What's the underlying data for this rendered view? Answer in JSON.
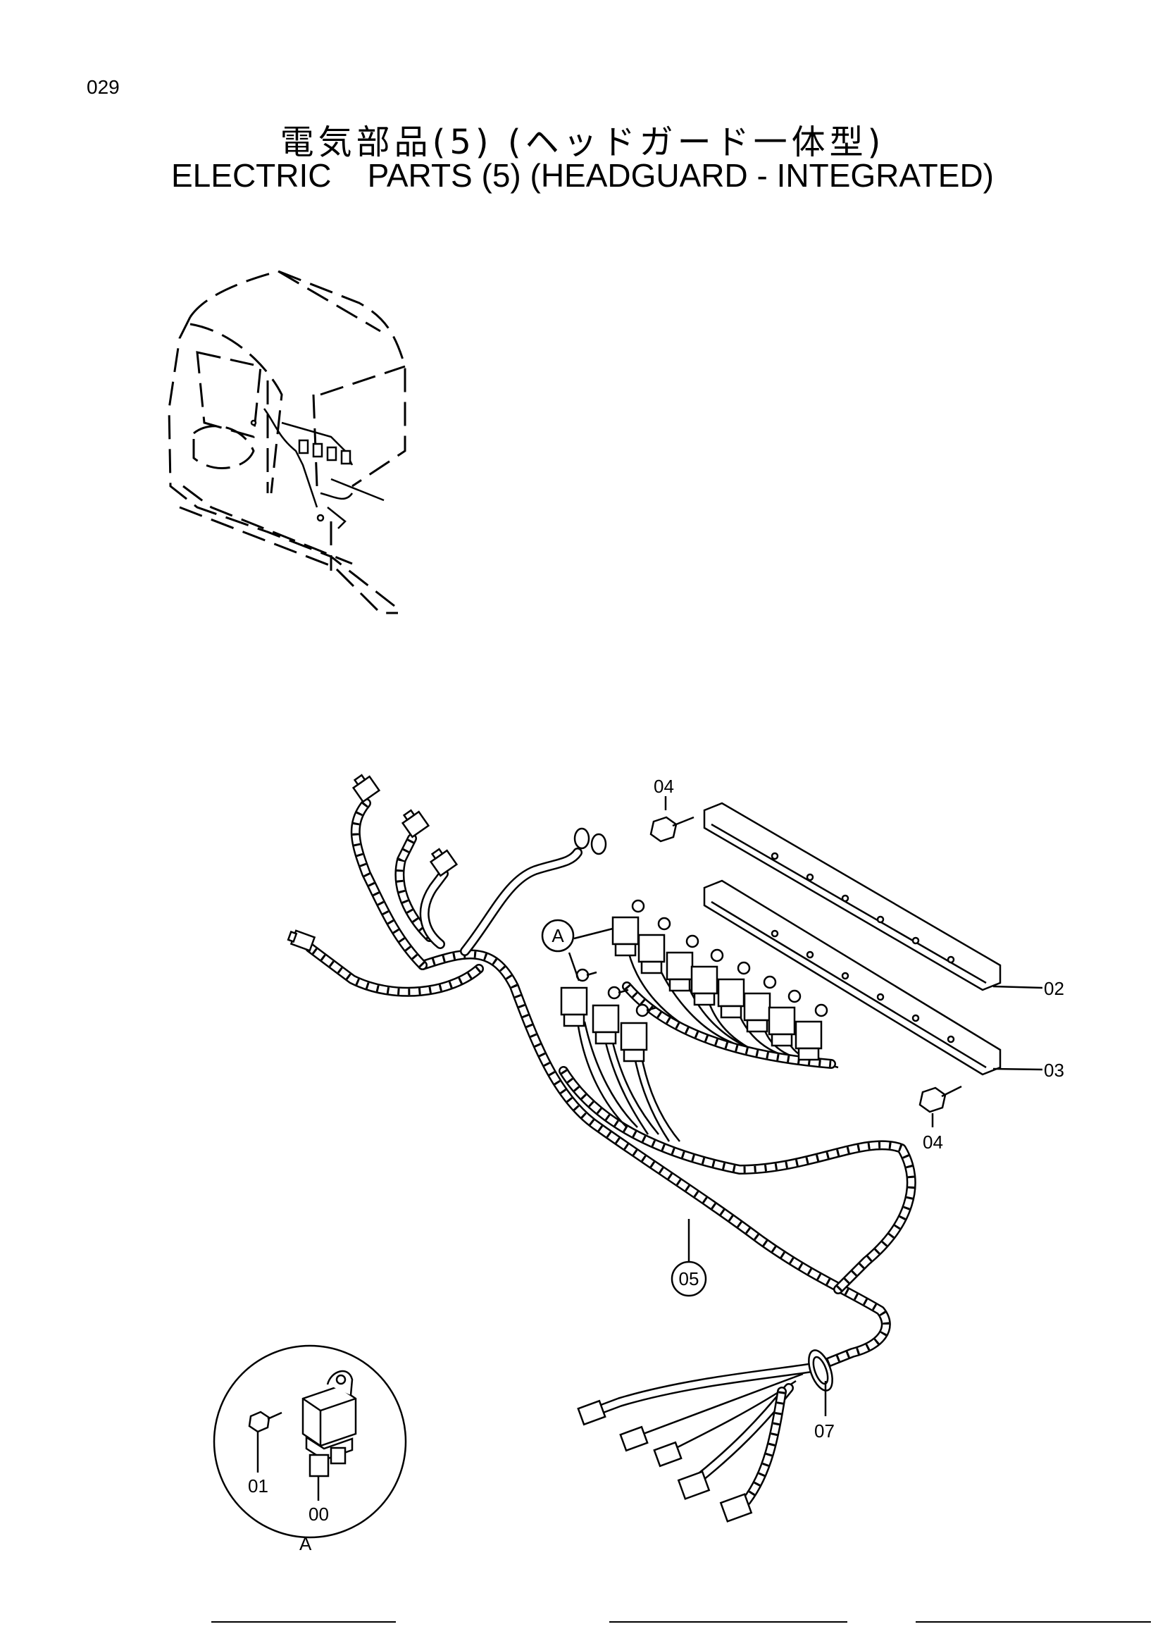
{
  "page_number": "029",
  "title_jp": "電気部品(5) (ヘッドガード一体型)",
  "title_en": "ELECTRIC    PARTS (5) (HEADGUARD - INTEGRATED)",
  "callouts": {
    "detail_a": "A",
    "part_02": "02",
    "part_03": "03",
    "part_04_top": "04",
    "part_04_bottom": "04",
    "part_05": "05",
    "part_07": "07",
    "detail_part_01": "01",
    "detail_part_00": "00",
    "detail_label_a": "A"
  }
}
